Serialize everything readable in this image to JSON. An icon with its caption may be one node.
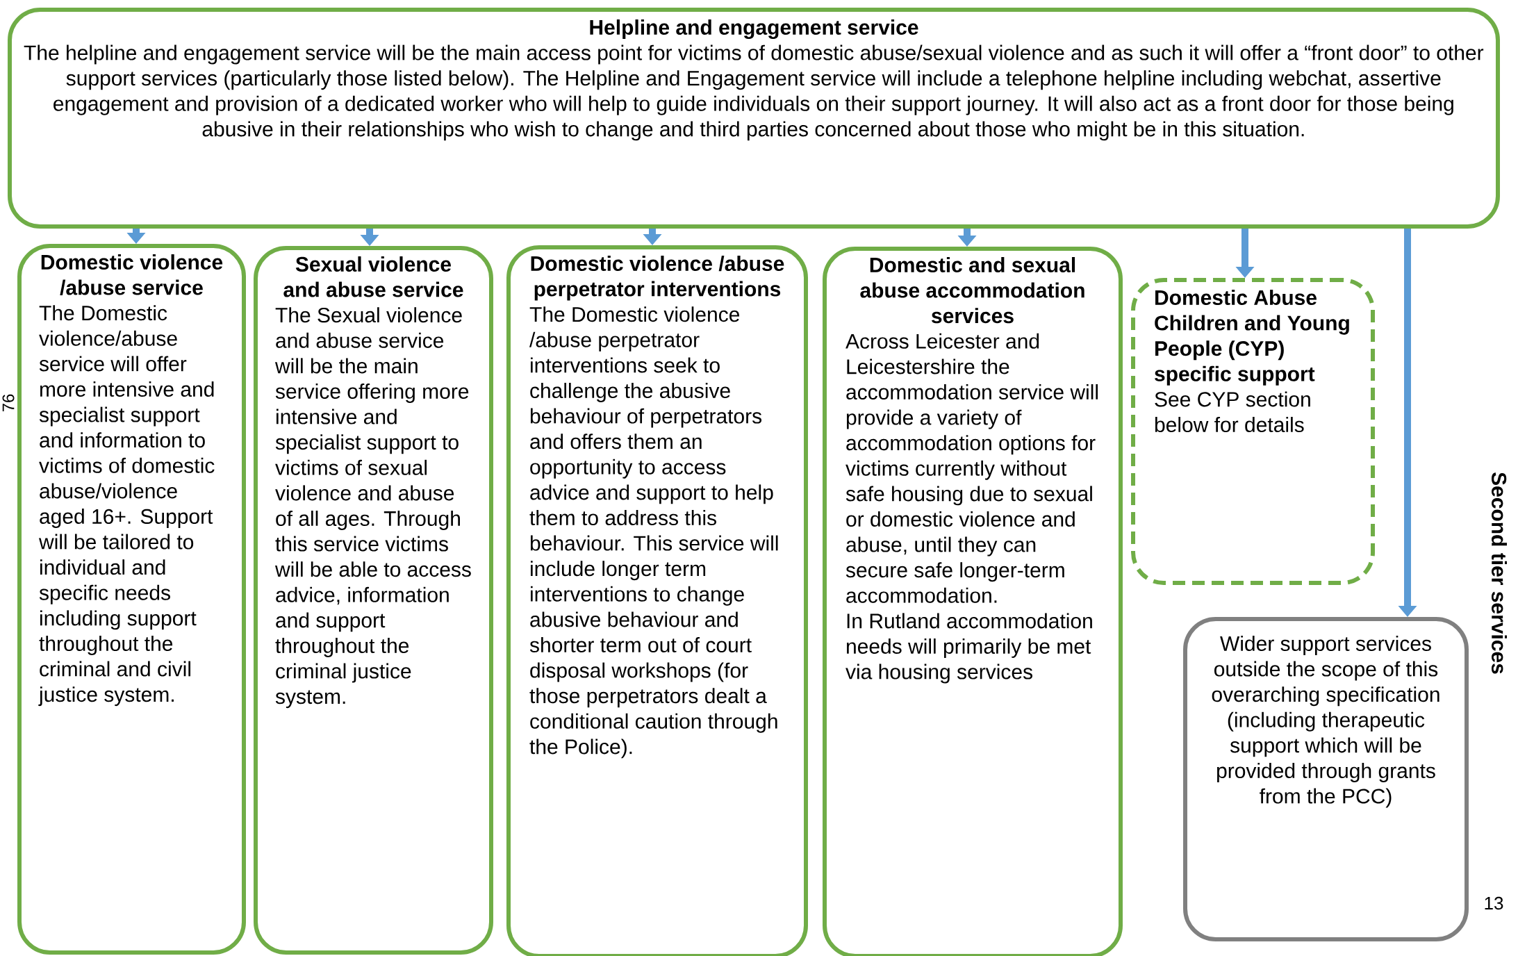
{
  "diagram": {
    "nodes": [
      {
        "text": [
          "Helpline and engagement service",
          "The helpline and engagement service will be the main access point for victims of domestic abuse/sexual violence and as such it will offer a “front door” to other support services (particularly those listed below). The Helpline and Engagement service will include a telephone helpline including webchat, assertive engagement and provision of a dedicated worker who will help to guide individuals on their support journey. It will also act as a front door for those being abusive in their relationships who wish to change and third parties concerned about those who might be in this situation."
        ]
      },
      {
        "text": [
          "Domestic violence /abuse service",
          "The Domestic violence/abuse service will offer more intensive and specialist support and information to victims of domestic abuse/violence aged 16+. Support will be tailored to individual and specific needs including support throughout the criminal and civil justice system."
        ]
      },
      {
        "text": [
          "Sexual violence and abuse service",
          "The Sexual violence and abuse service will be the main service offering more intensive and specialist support to victims of sexual violence and abuse of all ages. Through this service victims will be able to access advice, information and support throughout the criminal justice system."
        ]
      },
      {
        "text": [
          "Domestic violence /abuse perpetrator interventions",
          "The Domestic violence /abuse perpetrator interventions seek to challenge the abusive behaviour of perpetrators and offers them an opportunity to access advice and support to help them to address this behaviour. This service will include longer term interventions to change abusive behaviour and shorter term out of court disposal workshops (for those perpetrators dealt a conditional caution through the Police)."
        ]
      },
      {
        "text": [
          "Domestic and sexual abuse accommodation services",
          "Across Leicester and Leicestershire the accommodation service will provide a variety of accommodation options for victims currently without safe housing due to sexual or domestic violence and abuse, until they can secure safe longer-term accommodation.",
          "In Rutland accommodation needs will primarily be met via housing services"
        ]
      },
      {
        "text": [
          "Domestic Abuse Children and Young People (CYP) specific support",
          "See CYP section below for details"
        ]
      },
      {
        "text": [
          "Wider support services outside the scope of this overarching specification (including therapeutic support which will be provided through grants from the PCC)"
        ]
      }
    ],
    "edges": [
      {
        "from": 0,
        "to": 1,
        "arrow": "to"
      },
      {
        "from": 0,
        "to": 2,
        "arrow": "to"
      },
      {
        "from": 0,
        "to": 3,
        "arrow": "to"
      },
      {
        "from": 0,
        "to": 4,
        "arrow": "to"
      },
      {
        "from": 0,
        "to": 5,
        "arrow": "to"
      },
      {
        "from": 0,
        "to": 6,
        "arrow": "to"
      }
    ],
    "labels": [
      "76",
      "Second tier services",
      "13"
    ]
  }
}
